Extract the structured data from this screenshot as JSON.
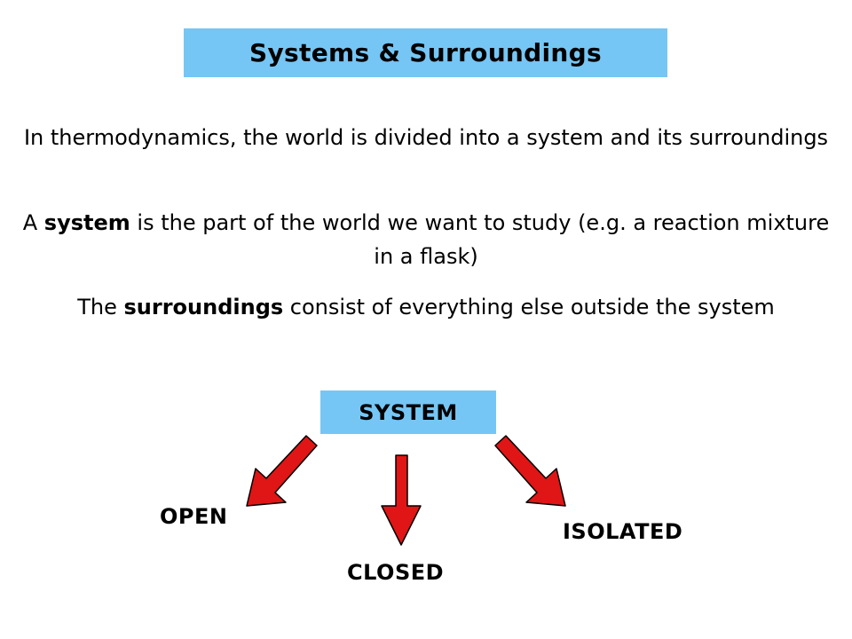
{
  "title": "Systems & Surroundings",
  "paragraphs": [
    {
      "parts": [
        "In thermodynamics, the world is divided into a system and its surroundings"
      ]
    },
    {
      "before": "A ",
      "bold": "system",
      "after": " is the part of the world we want to study (e.g. a reaction mixture in a flask)"
    },
    {
      "before": "The ",
      "bold": "surroundings",
      "after": " consist of everything else outside the system"
    }
  ],
  "diagram": {
    "root": "SYSTEM",
    "branches": [
      "OPEN",
      "CLOSED",
      "ISOLATED"
    ]
  },
  "colors": {
    "title_box": "#75c6f5",
    "system_box": "#75c6f5",
    "arrow_fill": "#e01515",
    "arrow_stroke": "#000000"
  }
}
